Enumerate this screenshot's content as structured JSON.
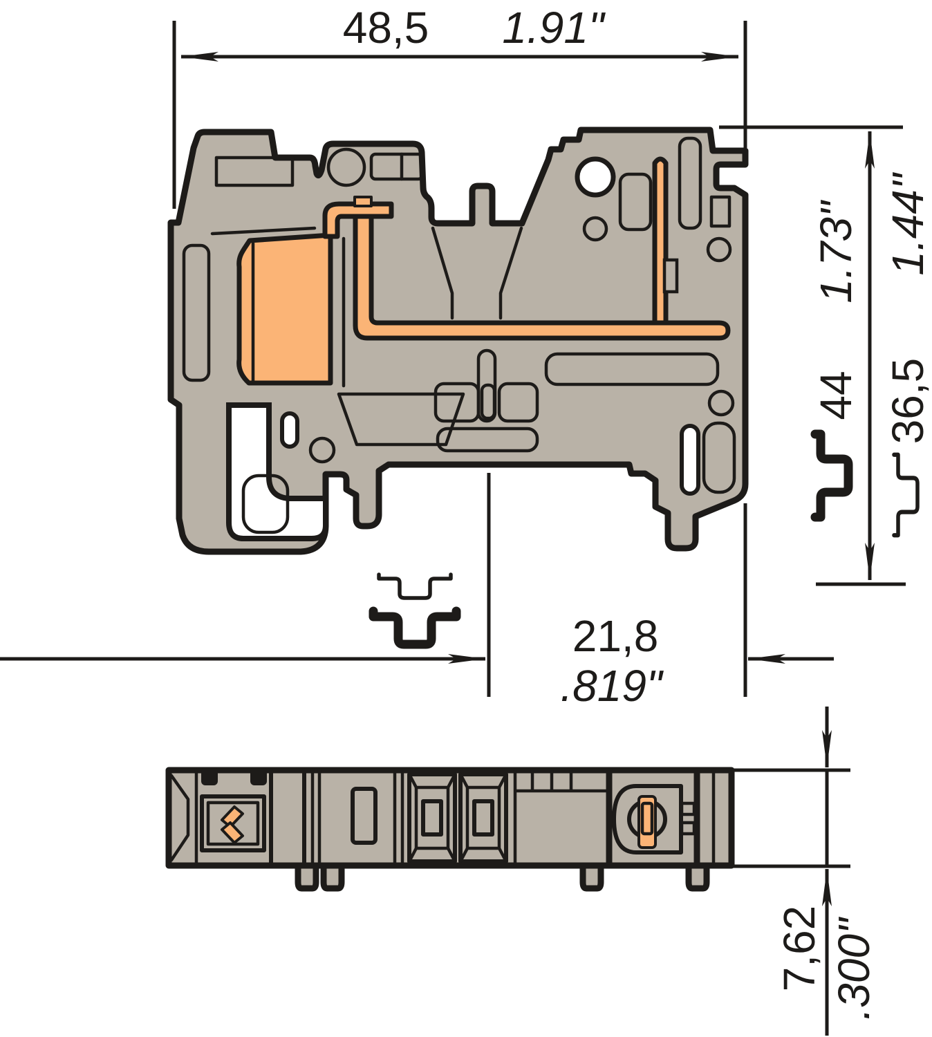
{
  "diagram": {
    "title": "DIN rail terminal block dimension drawing",
    "views": {
      "side": "side-section-view",
      "top": "top-view"
    },
    "symbols": {
      "rail_thick": "din-rail-35-profile-icon",
      "rail_thin": "din-rail-15-profile-icon"
    },
    "colors": {
      "body": "#b9b2a7",
      "copper": "#fbb476",
      "line": "#1d1b19",
      "background": "#ffffff"
    }
  },
  "dims": {
    "width_mm": "48,5",
    "width_in": "1.91\"",
    "height_total_mm": "44",
    "height_total_in": "1.73\"",
    "height_rail_mm": "36,5",
    "height_rail_in": "1.44\"",
    "offset_mm": "21,8",
    "offset_in": ".819\"",
    "pitch_mm": "7,62",
    "pitch_in": ".300\""
  }
}
